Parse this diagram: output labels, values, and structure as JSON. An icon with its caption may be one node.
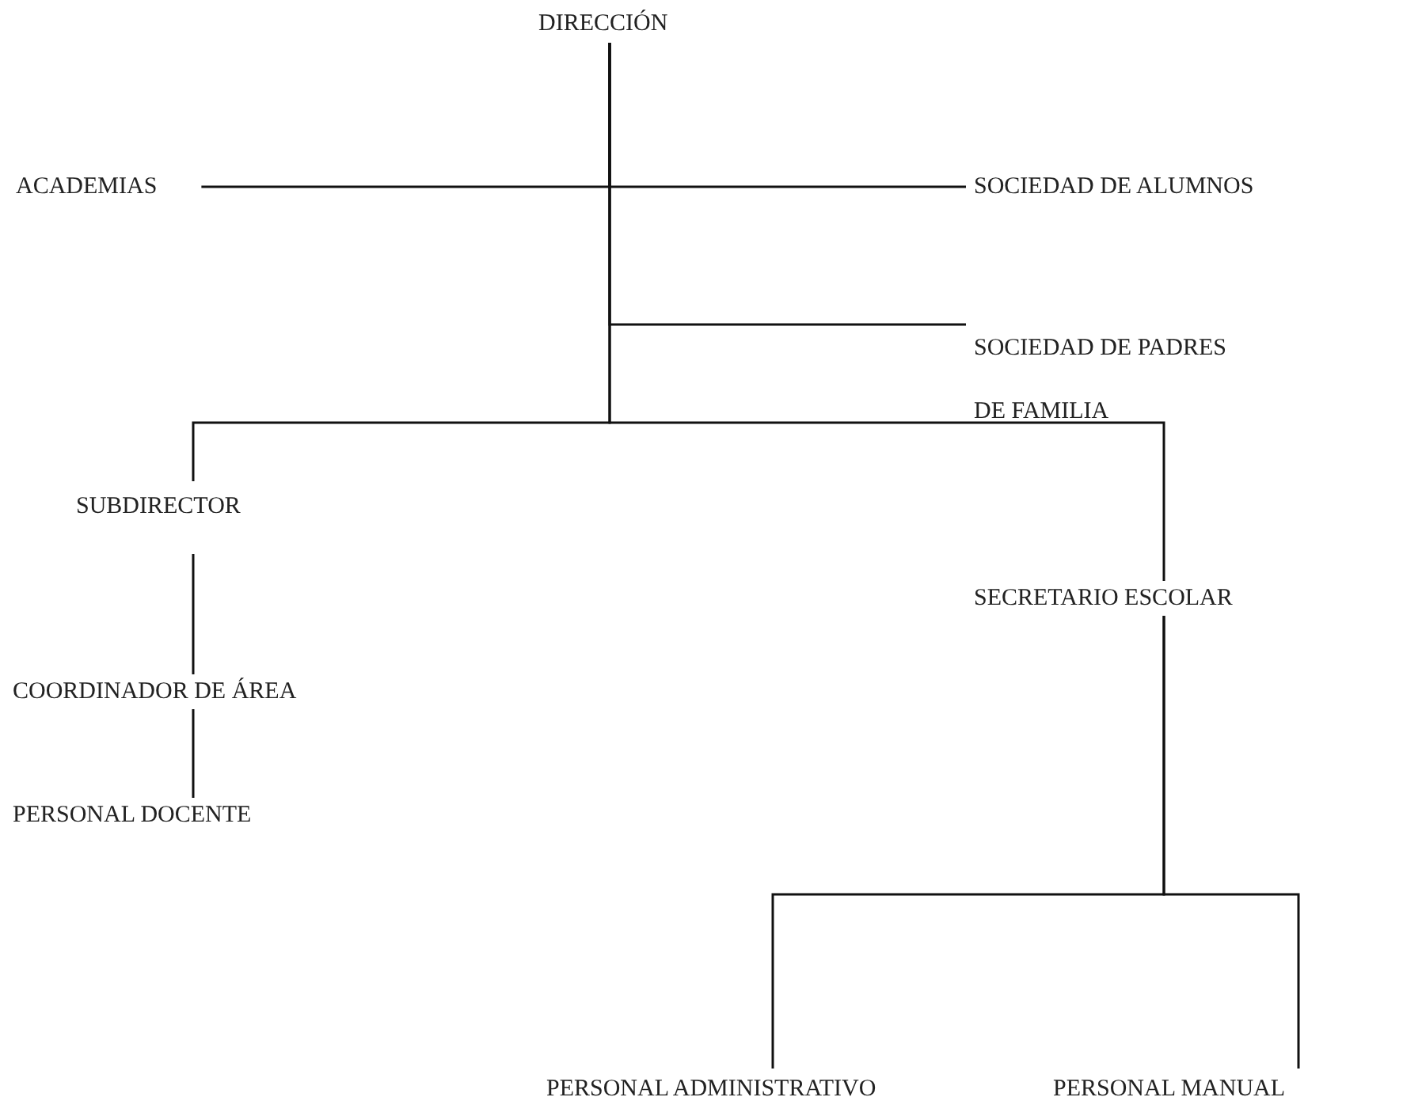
{
  "diagram": {
    "nodes": [
      {
        "text": [
          "DIRECCIÓN"
        ]
      },
      {
        "text": [
          "ACADEMIAS"
        ]
      },
      {
        "text": [
          "SOCIEDAD DE ALUMNOS"
        ]
      },
      {
        "text": [
          "SOCIEDAD DE PADRES DE FAMILIA"
        ]
      },
      {
        "text": [
          "SUBDIRECTOR"
        ]
      },
      {
        "text": [
          "SECRETARIO ESCOLAR"
        ]
      },
      {
        "text": [
          "COORDINADOR DE ÁREA"
        ]
      },
      {
        "text": [
          "PERSONAL DOCENTE"
        ]
      },
      {
        "text": [
          "PERSONAL ADMINISTRATIVO"
        ]
      },
      {
        "text": [
          "PERSONAL MANUAL"
        ]
      }
    ],
    "edges": [
      {
        "from": 0,
        "to": 1,
        "arrow": "none"
      },
      {
        "from": 0,
        "to": 2,
        "arrow": "none"
      },
      {
        "from": 0,
        "to": 3,
        "arrow": "none"
      },
      {
        "from": 0,
        "to": 4,
        "arrow": "none"
      },
      {
        "from": 0,
        "to": 5,
        "arrow": "none"
      },
      {
        "from": 4,
        "to": 6,
        "arrow": "none"
      },
      {
        "from": 6,
        "to": 7,
        "arrow": "none"
      },
      {
        "from": 5,
        "to": 8,
        "arrow": "none"
      },
      {
        "from": 5,
        "to": 9,
        "arrow": "none"
      }
    ]
  }
}
